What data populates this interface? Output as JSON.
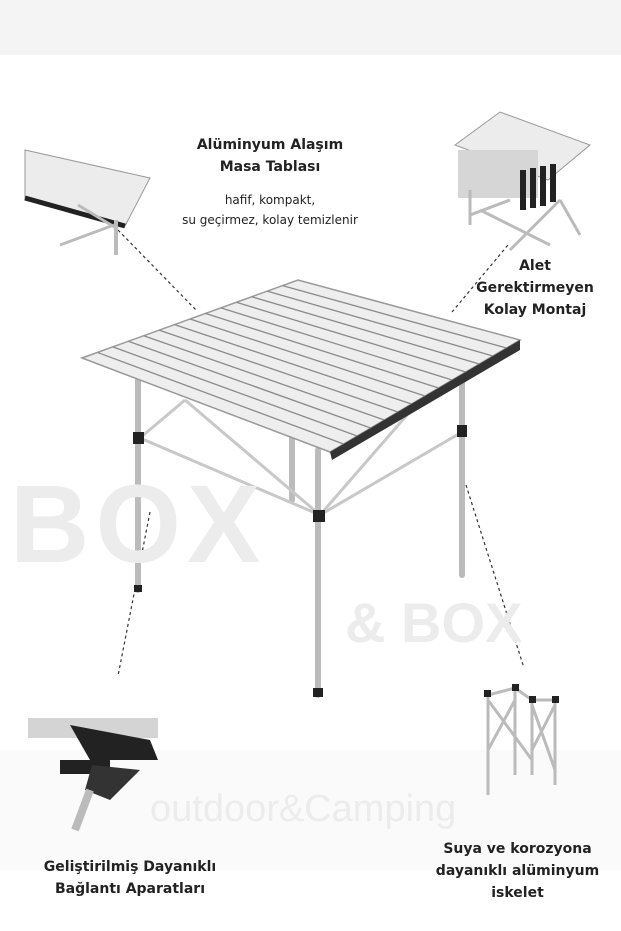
{
  "watermark": {
    "big": "BOX",
    "mid": "& BOX",
    "bottom": "outdoor&Camping"
  },
  "callouts": {
    "tabletop": {
      "title_line1": "Alüminyum Alaşım",
      "title_line2": "Masa Tablası",
      "desc_line1": "hafif, kompakt,",
      "desc_line2": "su geçirmez, kolay temizlenir"
    },
    "assembly": {
      "line1": "Alet",
      "line2": "Gerektirmeyen",
      "line3": "Kolay Montaj"
    },
    "connectors": {
      "line1": "Geliştirilmiş Dayanıklı",
      "line2": "Bağlantı Aparatları"
    },
    "frame": {
      "line1": "Suya ve korozyona",
      "line2": "dayanıklı alüminyum",
      "line3": "iskelet"
    }
  }
}
